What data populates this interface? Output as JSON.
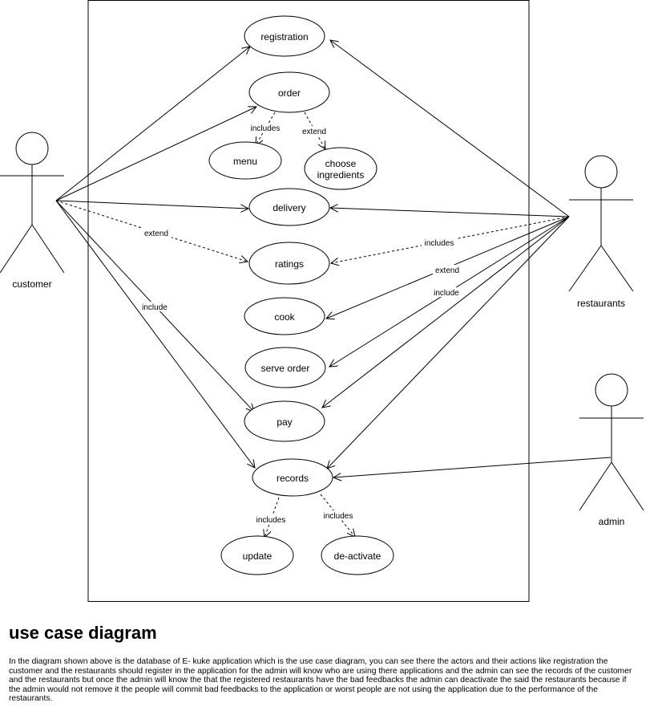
{
  "diagram": {
    "actors": {
      "customer": "customer",
      "restaurants": "restaurants",
      "admin": "admin"
    },
    "use_cases": {
      "registration": "registration",
      "order": "order",
      "menu": "menu",
      "choose_ingredients_line1": "choose",
      "choose_ingredients_line2": "ingredients",
      "delivery": "delivery",
      "ratings": "ratings",
      "cook": "cook",
      "serve_order": "serve order",
      "pay": "pay",
      "records": "records",
      "update": "update",
      "deactivate": "de-activate"
    },
    "relation_labels": {
      "order_menu": "includes",
      "order_ingredients": "extend",
      "customer_ratings": "extend",
      "customer_pay": "include",
      "restaurants_ratings": "includes",
      "restaurants_cook": "extend",
      "restaurants_serve": "include",
      "records_update": "includes",
      "records_deactivate": "includes"
    }
  },
  "caption": {
    "title": "use case diagram",
    "description": "In the diagram shown above is the database of E- kuke application which is the use case diagram, you can see there the actors and their actions like registration the customer and the restaurants should register in the application for the admin will know who are using there applications and the admin can see the records of the customer and the restaurants but once the admin will know the that the registered restaurants have the bad feedbacks the admin can deactivate the said the restaurants because if the admin would not remove it the people will commit bad feedbacks to the application or worst people are not using the application due to the performance of the restaurants."
  }
}
